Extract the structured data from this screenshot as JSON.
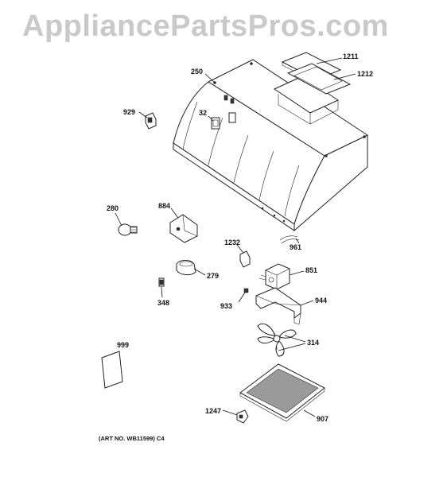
{
  "watermark": "AppliancePartsPros.com",
  "art_number": "(ART NO. WB11599) C4",
  "callouts": [
    {
      "id": "1211",
      "text": "1211"
    },
    {
      "id": "1212",
      "text": "1212"
    },
    {
      "id": "250",
      "text": "250"
    },
    {
      "id": "929",
      "text": "929"
    },
    {
      "id": "32",
      "text": "32"
    },
    {
      "id": "280",
      "text": "280"
    },
    {
      "id": "884",
      "text": "884"
    },
    {
      "id": "1232",
      "text": "1232"
    },
    {
      "id": "961",
      "text": "961"
    },
    {
      "id": "279",
      "text": "279"
    },
    {
      "id": "851",
      "text": "851"
    },
    {
      "id": "348",
      "text": "348"
    },
    {
      "id": "933",
      "text": "933"
    },
    {
      "id": "944",
      "text": "944"
    },
    {
      "id": "999",
      "text": "999"
    },
    {
      "id": "314",
      "text": "314"
    },
    {
      "id": "1247",
      "text": "1247"
    },
    {
      "id": "907",
      "text": "907"
    }
  ]
}
